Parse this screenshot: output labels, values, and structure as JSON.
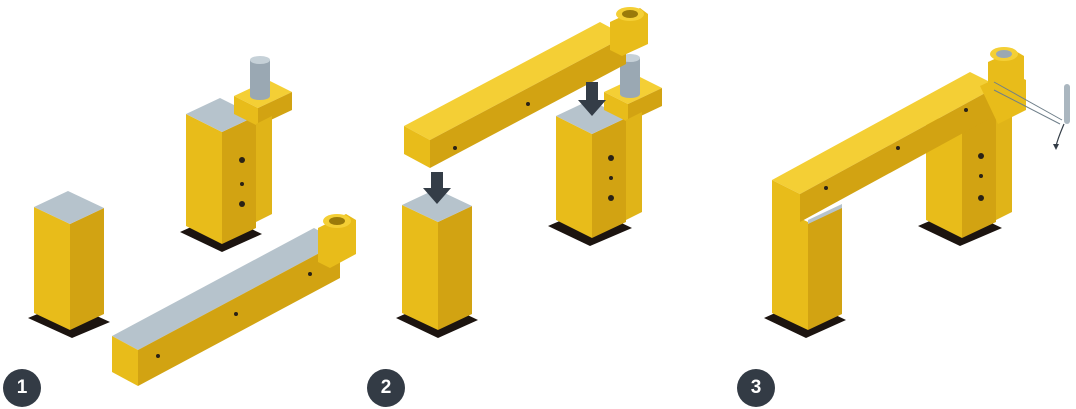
{
  "steps": [
    {
      "number": "1"
    },
    {
      "number": "2"
    },
    {
      "number": "3"
    }
  ],
  "colors": {
    "yellow_front": "#e8bc1a",
    "yellow_side": "#d2a312",
    "yellow_top": "#f4cf35",
    "cap_top": "#b6c3cc",
    "cap_side": "#9aa8b3",
    "base": "#1c1410",
    "arrow": "#343d47",
    "badge": "#333b45"
  },
  "icons": [
    "cylinder-pin-icon",
    "down-arrow-icon",
    "string-arrow-icon",
    "step-badge"
  ]
}
